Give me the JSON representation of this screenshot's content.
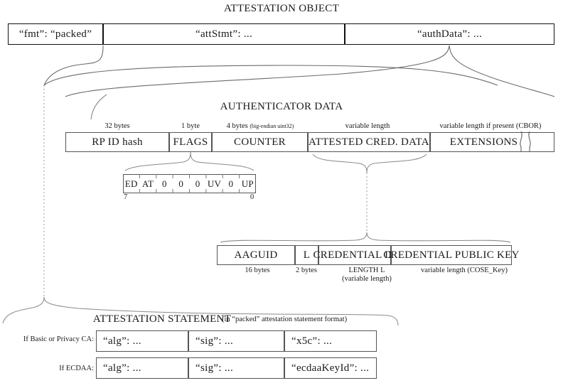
{
  "title": "ATTESTATION OBJECT",
  "attestation_object": {
    "fields": [
      {
        "label": "“fmt”:  “packed”",
        "name": "fmt"
      },
      {
        "label": "“attStmt”:  ...",
        "name": "attstmt"
      },
      {
        "label": "“authData”:  ...",
        "name": "authdata"
      }
    ]
  },
  "authenticator_data": {
    "title": "AUTHENTICATOR DATA",
    "fields": [
      {
        "label": "RP ID hash",
        "size": "32 bytes",
        "size_note": ""
      },
      {
        "label": "FLAGS",
        "size": "1 byte",
        "size_note": ""
      },
      {
        "label": "COUNTER",
        "size": "4 bytes",
        "size_note": "(big-endian uint32)"
      },
      {
        "label": "ATTESTED CRED. DATA",
        "size": "variable length",
        "size_note": ""
      },
      {
        "label": "EXTENSIONS",
        "size": "variable length if present (CBOR)",
        "size_note": ""
      }
    ]
  },
  "flags": {
    "bits": [
      "ED",
      "AT",
      "0",
      "0",
      "0",
      "UV",
      "0",
      "UP"
    ],
    "high_bit_label": "7",
    "low_bit_label": "0"
  },
  "attested_credential_data": {
    "fields": [
      {
        "label": "AAGUID",
        "note": "16 bytes",
        "note2": ""
      },
      {
        "label": "L",
        "note": "2 bytes",
        "note2": ""
      },
      {
        "label": "CREDENTIAL ID",
        "note": "LENGTH L",
        "note2": "(variable length)"
      },
      {
        "label": "CREDENTIAL PUBLIC KEY",
        "note": "variable length (COSE_Key)",
        "note2": ""
      }
    ]
  },
  "attestation_statement": {
    "title": "ATTESTATION STATEMENT",
    "subtitle": "(in “packed” attestation statement format)",
    "rows": [
      {
        "row_label": "If Basic or Privacy CA:",
        "cells": [
          "“alg”:  ...",
          "“sig”:  ...",
          "“x5c”:  ..."
        ]
      },
      {
        "row_label": "If ECDAA:",
        "cells": [
          "“alg”:  ...",
          "“sig”:  ...",
          "“ecdaaKeyId”:  ..."
        ]
      }
    ]
  },
  "colors": {
    "line": "#555555",
    "heavy_line": "#111111",
    "text": "#1a1a1a"
  }
}
